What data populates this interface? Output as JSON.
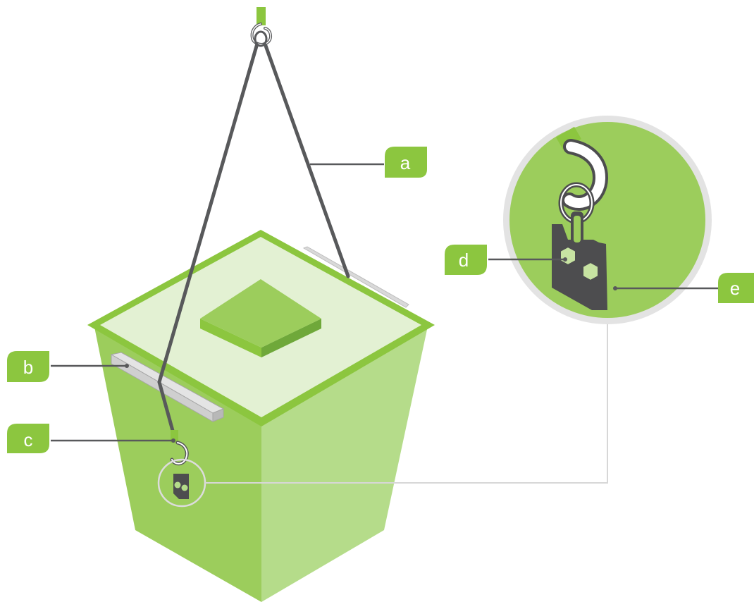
{
  "callouts": {
    "a": "a",
    "b": "b",
    "c": "c",
    "d": "d",
    "e": "e"
  },
  "colors": {
    "accent_green": "#8cc63f",
    "bin_left": "#9ccd5c",
    "bin_right": "#b5dc8a",
    "lid_top": "#e3f1d3",
    "lid_border": "#8cc63f",
    "center_block_top": "#9ccd5c",
    "center_block_side": "#6fa83a",
    "sling": "#58595b",
    "leader_line": "#58595b",
    "connector_line": "#d7d7d7",
    "rail_fill": "#d9d9d9"
  },
  "icons": {
    "crane_hook": "hook-icon",
    "lifting_lug": "lug-icon",
    "magnifier": "magnifier-circle"
  }
}
